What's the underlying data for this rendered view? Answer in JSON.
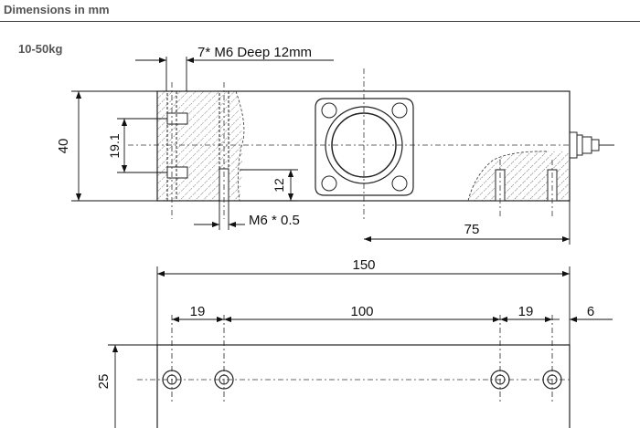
{
  "header": {
    "title": "Dimensions in mm"
  },
  "variant": {
    "label": "10-50kg"
  },
  "side_view": {
    "thread_note": "7* M6 Deep 12mm",
    "dim_height": "40",
    "dim_hole_spacing": "19.1",
    "dim_depth": "12",
    "dim_thread": "M6 * 0.5",
    "dim_center_offset": "75"
  },
  "bottom_view": {
    "dim_length": "150",
    "dim_left_spacing": "19",
    "dim_center_spacing": "100",
    "dim_right_spacing": "19",
    "dim_end_offset": "6",
    "dim_width": "25"
  }
}
